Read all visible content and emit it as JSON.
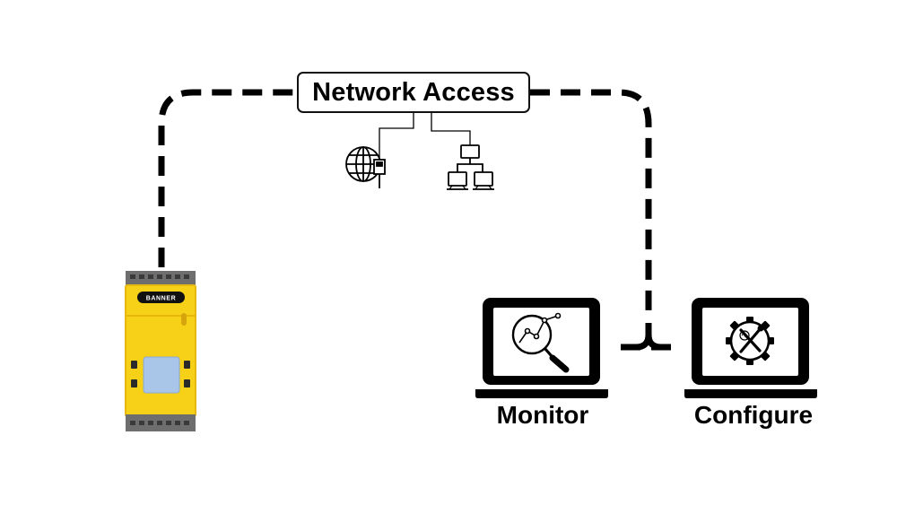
{
  "network": {
    "label": "Network Access"
  },
  "device": {
    "brand": "BANNER"
  },
  "stations": [
    {
      "label": "Monitor",
      "icon": "magnifier-chart-icon"
    },
    {
      "label": "Configure",
      "icon": "gear-wrench-screwdriver-icon"
    }
  ],
  "network_icons": [
    "globe-ethernet-icon",
    "network-tree-icon"
  ],
  "colors": {
    "device_body": "#F7D117",
    "device_trim": "#E9B80E",
    "terminal_gray": "#6E6E6E",
    "display_panel": "#A9C5E8",
    "line": "#000000"
  }
}
